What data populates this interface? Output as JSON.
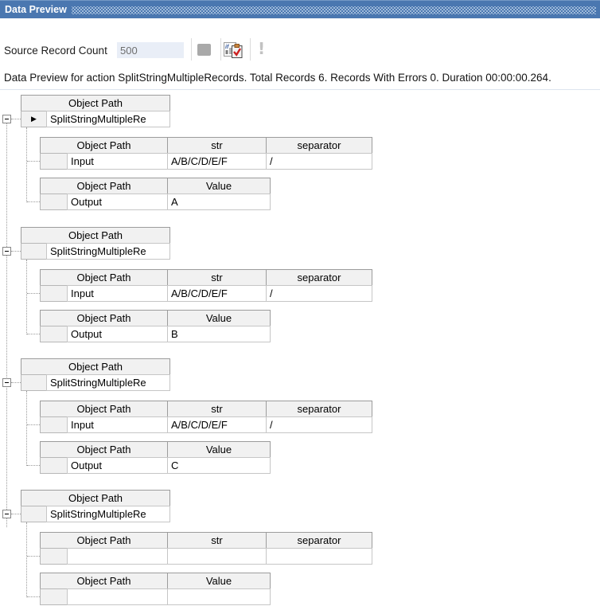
{
  "window": {
    "title": "Data Preview"
  },
  "toolbar": {
    "source_record_count_label": "Source Record Count",
    "source_record_count_value": "500"
  },
  "status": {
    "text": "Data Preview for action SplitStringMultipleRecords. Total Records 6. Records With Errors 0. Duration 00:00:00.264."
  },
  "grid": {
    "master_header": "Object Path",
    "input_band": {
      "object_path_header": "Object Path",
      "str_header": "str",
      "separator_header": "separator"
    },
    "output_band": {
      "object_path_header": "Object Path",
      "value_header": "Value"
    },
    "records": [
      {
        "name": "SplitStringMultipleRe",
        "current": true,
        "input": {
          "path": "Input",
          "str": "A/B/C/D/E/F",
          "separator": "/"
        },
        "output": {
          "path": "Output",
          "value": "A"
        }
      },
      {
        "name": "SplitStringMultipleRe",
        "current": false,
        "input": {
          "path": "Input",
          "str": "A/B/C/D/E/F",
          "separator": "/"
        },
        "output": {
          "path": "Output",
          "value": "B"
        }
      },
      {
        "name": "SplitStringMultipleRe",
        "current": false,
        "input": {
          "path": "Input",
          "str": "A/B/C/D/E/F",
          "separator": "/"
        },
        "output": {
          "path": "Output",
          "value": "C"
        }
      },
      {
        "name": "SplitStringMultipleRe",
        "current": false
      }
    ]
  },
  "colors": {
    "titlebar_blue": "#4a77b0",
    "header_gray": "#f1f1f1",
    "input_field_bg": "#e9eef7",
    "check_red": "#cc2020"
  }
}
